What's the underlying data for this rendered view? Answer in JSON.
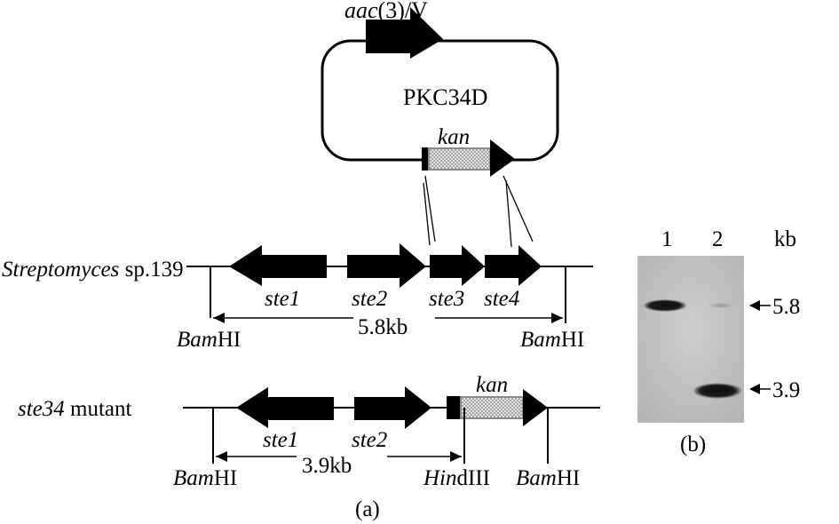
{
  "plasmid": {
    "name": "PKC34D",
    "gene_top": "aac(3)/V",
    "gene_bottom": "kan"
  },
  "wildtype": {
    "strain_name": "Streptomyces",
    "strain_suffix": " sp.139",
    "genes": [
      "ste1",
      "ste2",
      "ste3",
      "ste4"
    ],
    "fragment": "5.8kb",
    "site_left": "BamHI",
    "site_right": "BamHI"
  },
  "mutant": {
    "name_italic": "ste34",
    "name_plain": " mutant",
    "genes": [
      "ste1",
      "ste2"
    ],
    "insert": "kan",
    "fragment": "3.9kb",
    "site_left": "BamHI",
    "site_middle": "HindIII",
    "site_right": "BamHI"
  },
  "panel_a_label": "(a)",
  "gel": {
    "lanes": [
      "1",
      "2"
    ],
    "unit": "kb",
    "markers": [
      "5.8",
      "3.9"
    ],
    "panel_label": "(b)"
  },
  "colors": {
    "ink": "#000000",
    "gel_background": "#c2c2c2",
    "band": "#151515",
    "stipple": "#d8d8d8"
  }
}
